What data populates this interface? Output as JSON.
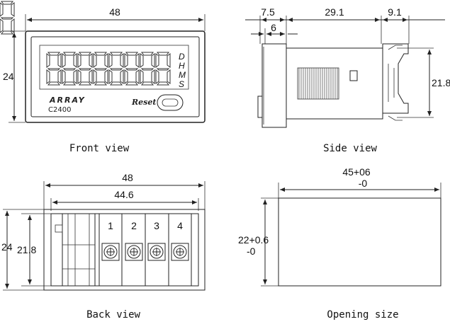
{
  "front": {
    "width": "48",
    "height": "24",
    "brand": "ARRAY",
    "model": "C2400",
    "units": [
      "D",
      "H",
      "M",
      "S"
    ],
    "reset": "Reset",
    "caption": "Front view"
  },
  "side": {
    "dim_a": "7.5",
    "dim_b": "29.1",
    "dim_c": "9.1",
    "dim_d": "6",
    "height": "21.8",
    "caption": "Side view"
  },
  "back": {
    "width": "48",
    "inner_width": "44.6",
    "height": "24",
    "inner_height": "21.8",
    "terminals": [
      "1",
      "2",
      "3",
      "4"
    ],
    "caption": "Back view"
  },
  "opening": {
    "width_main": "45+06",
    "width_tol": "-0",
    "height_main": "22+0.6",
    "height_tol": "-0",
    "caption": "Opening size"
  }
}
